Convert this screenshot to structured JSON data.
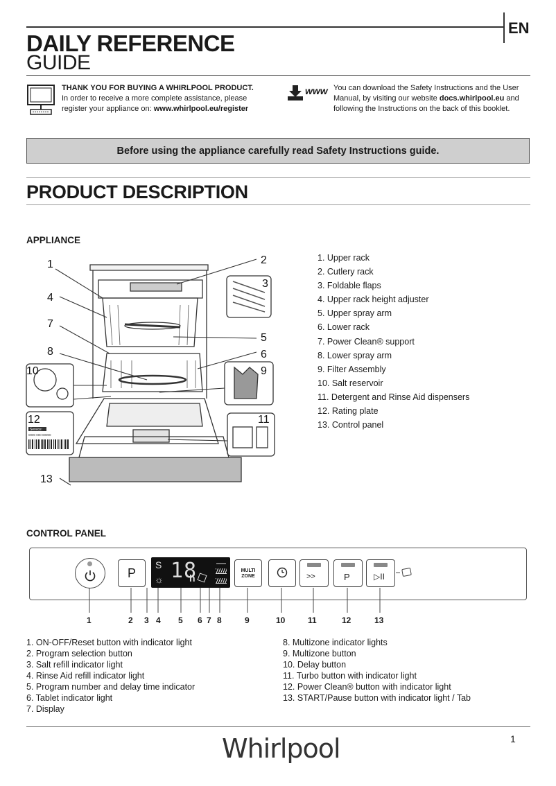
{
  "header": {
    "lang": "EN",
    "title_bold": "DAILY REFERENCE",
    "title_light": "GUIDE"
  },
  "intro": {
    "thanks_bold": "THANK YOU FOR BUYING A WHIRLPOOL PRODUCT.",
    "thanks_text": "In order to receive a more complete assistance, please",
    "register_text": "register your appliance on: ",
    "register_url": "www.whirlpool.eu/register",
    "download_line1": "You can download the Safety Instructions and the User",
    "download_line2_pre": "Manual, by visiting our website ",
    "download_url": "docs.whirlpool.eu",
    "download_line2_post": " and",
    "download_line3": "following the Instructions on the back of this booklet.",
    "www_label": "www"
  },
  "banner": "Before using the appliance carefully read Safety Instructions guide.",
  "product": {
    "title": "PRODUCT  DESCRIPTION",
    "appliance_heading": "APPLIANCE",
    "parts": [
      "1.  Upper rack",
      "2.  Cutlery rack",
      "3.  Foldable flaps",
      "4.  Upper rack height adjuster",
      "5.  Upper spray arm",
      "6.  Lower  rack",
      "7.  Power Clean® support",
      "8.  Lower spray arm",
      "9.  Filter Assembly",
      "10.  Salt reservoir",
      "11.  Detergent and Rinse Aid dispensers",
      "12.  Rating plate",
      "13.  Control panel"
    ],
    "callouts": [
      "1",
      "2",
      "3",
      "4",
      "5",
      "6",
      "7",
      "8",
      "9",
      "10",
      "11",
      "12",
      "13"
    ],
    "rating_plate_label": "Service:",
    "rating_plate_digits": "0000 000 00000"
  },
  "control_panel": {
    "heading": "CONTROL PANEL",
    "panel_labels": {
      "program": "P",
      "multizone_line1": "MULTI",
      "multizone_line2": "ZONE",
      "display_digits": "18",
      "display_small": "h",
      "salt_symbol": "S",
      "power_clean": "P",
      "turbo": ">>",
      "start": "▷II"
    },
    "numbers": [
      "1",
      "2",
      "3",
      "4",
      "5",
      "6",
      "7",
      "8",
      "9",
      "10",
      "11",
      "12",
      "13"
    ],
    "legend_left": [
      "1.  ON-OFF/Reset button with indicator light",
      "2.  Program selection button",
      "3.  Salt refill indicator light",
      "4.  Rinse Aid refill indicator light",
      "5.  Program number and delay time indicator",
      "6.  Tablet indicator light",
      "7.  Display"
    ],
    "legend_right": [
      "8.  Multizone indicator lights",
      "9.  Multizone button",
      "10.  Delay button",
      "11.  Turbo button with indicator light",
      "12.  Power Clean® button with indicator light",
      "13.  START/Pause button with indicator light / Tab"
    ]
  },
  "footer": {
    "brand": "Whirlpool",
    "page": "1"
  }
}
